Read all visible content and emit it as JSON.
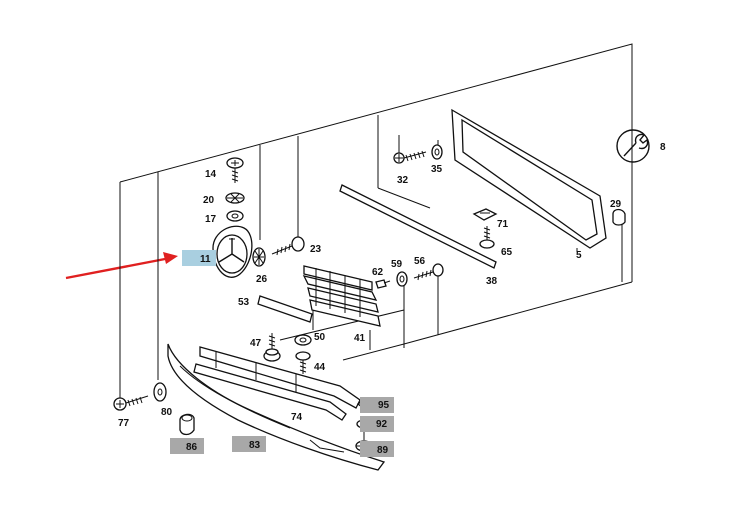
{
  "colors": {
    "line": "#111111",
    "highlight_box": "#a9cfe0",
    "gray_box": "#a8a8a8",
    "arrow": "#e02020"
  },
  "callouts": {
    "p5": "5",
    "p8": "8",
    "p11": "11",
    "p14": "14",
    "p17": "17",
    "p20": "20",
    "p23": "23",
    "p26": "26",
    "p29": "29",
    "p32": "32",
    "p35": "35",
    "p38": "38",
    "p41": "41",
    "p44": "44",
    "p47": "47",
    "p50": "50",
    "p53": "53",
    "p56": "56",
    "p59": "59",
    "p62": "62",
    "p65": "65",
    "p71": "71",
    "p74": "74",
    "p77": "77",
    "p80": "80",
    "p83": "83",
    "p86": "86",
    "p89": "89",
    "p92": "92",
    "p95": "95"
  },
  "icons": {
    "wrench": "wrench-icon",
    "arrow": "pointer-arrow"
  }
}
